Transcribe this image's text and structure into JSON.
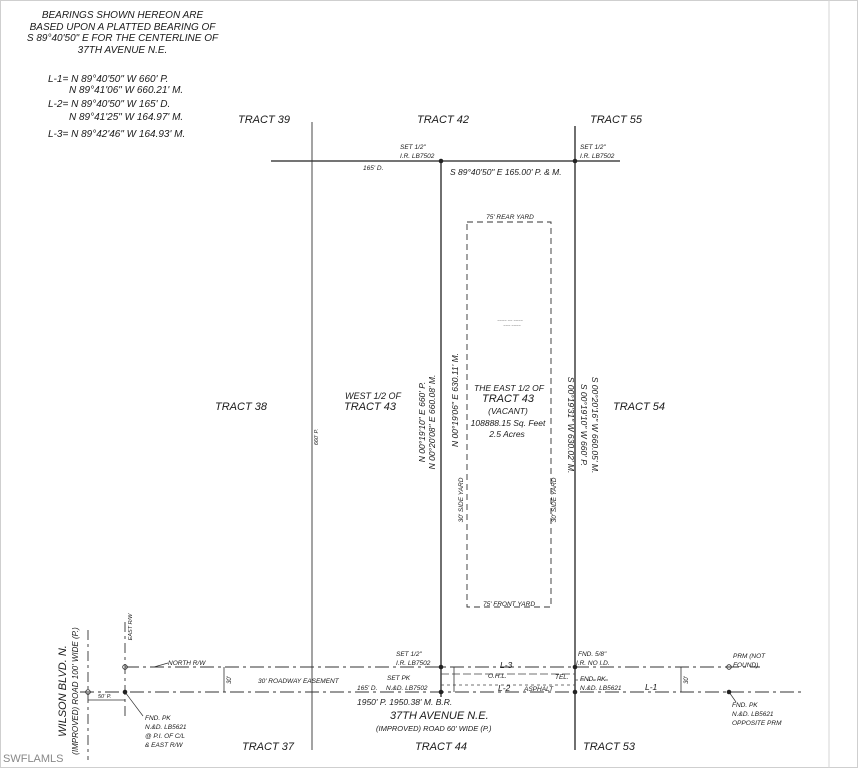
{
  "header": {
    "note": [
      "BEARINGS SHOWN HEREON ARE",
      "BASED UPON A PLATTED BEARING OF",
      "S 89°40'50\" E  FOR THE CENTERLINE OF",
      "37TH AVENUE N.E."
    ],
    "lines": [
      "L-1= N 89°40'50\" W  660' P.",
      "N 89°41'06\" W  660.21' M.",
      "L-2= N 89°40'50\" W  165' D.",
      "N 89°41'25\" W  164.97' M.",
      "L-3= N 89°42'46\" W  164.93' M."
    ]
  },
  "tracts": {
    "t39": "TRACT 39",
    "t42": "TRACT 42",
    "t55": "TRACT 55",
    "t38": "TRACT 38",
    "t54": "TRACT 54",
    "t37": "TRACT 37",
    "t44": "TRACT 44",
    "t53": "TRACT 53",
    "west_half_1": "WEST 1/2 OF",
    "west_half_2": "TRACT 43"
  },
  "parcel": {
    "line1": "THE EAST 1/2 OF",
    "line2": "TRACT 43",
    "line3": "(VACANT)",
    "line4": "108888.15 Sq. Feet",
    "line5": "2.5 Acres",
    "rear_yard": "75' REAR YARD",
    "front_yard": "75' FRONT YARD",
    "side_yard": "30' SIDE YARD",
    "house_label_1": "~~~~ ~~ ~~~~",
    "house_label_2": "~~~ ~~~~"
  },
  "boundaries": {
    "north_bearing": "S 89°40'50\" E  165.00' P. & M.",
    "north_dim": "165' D.",
    "west_a": "N 00°19'10\" E  660' P.",
    "west_b": "N 00°20'08\" E  660.08' M.",
    "west_inner": "N 00°19'06\" E  630.11' M.",
    "east_inner": "S 00°19'31\" W  630.02' M.",
    "east_a": "S 00°19'10\" W  660' P.",
    "east_b": "S 00°20'16\" W  660.05' M.",
    "tract38_dim": "660' P."
  },
  "monuments": {
    "set_ne_1": "SET 1/2\"",
    "set_ne_2": "I.R. LB7502",
    "set_nw_1": "SET 1/2\"",
    "set_nw_2": "I.R. LB7502",
    "set_sw_1": "SET 1/2\"",
    "set_sw_2": "I.R. LB7502",
    "fnd_se_1": "FND. 5/8\"",
    "fnd_se_2": "I.R. NO I.D.",
    "set_pk_1": "SET PK",
    "set_pk_2": "N.&D. LB7502",
    "fnd_pk_1": "FND. PK",
    "fnd_pk_2": "N.&D. LB5621",
    "prm_1": "PRM (NOT",
    "prm_2": "FOUND)",
    "fnd_pk_prm_1": "FND. PK",
    "fnd_pk_prm_2": "N.&D. LB5621",
    "fnd_pk_prm_3": "OPPOSITE PRM",
    "fnd_pk_w_1": "FND. PK",
    "fnd_pk_w_2": "N.&D. LB5621",
    "fnd_pk_w_3": "@ P.I. OF C/L",
    "fnd_pk_w_4": "& EAST R/W"
  },
  "road": {
    "north_rw": "NORTH R/W",
    "easement": "30' ROADWAY  EASEMENT",
    "thirty": "30'",
    "ohl": "O.H.L.",
    "tel": "TEL.",
    "asphalt": "ASPHALT",
    "l1": "L-1",
    "l2": "L-2",
    "l3": "L-3",
    "dim_165d": "165' D.",
    "dim_50p": "50' P.",
    "base_dist": "1950' P.   1950.38' M.   B.R.",
    "avenue": "37TH AVENUE N.E.",
    "avenue_sub": "(IMPROVED) ROAD 60' WIDE (P.)",
    "east_rw": "EAST R/W",
    "wilson_1": "WILSON BLVD. N.",
    "wilson_2": "(IMPROVED) ROAD 100' WIDE (P.)"
  },
  "watermark": "SWFLAMLS"
}
